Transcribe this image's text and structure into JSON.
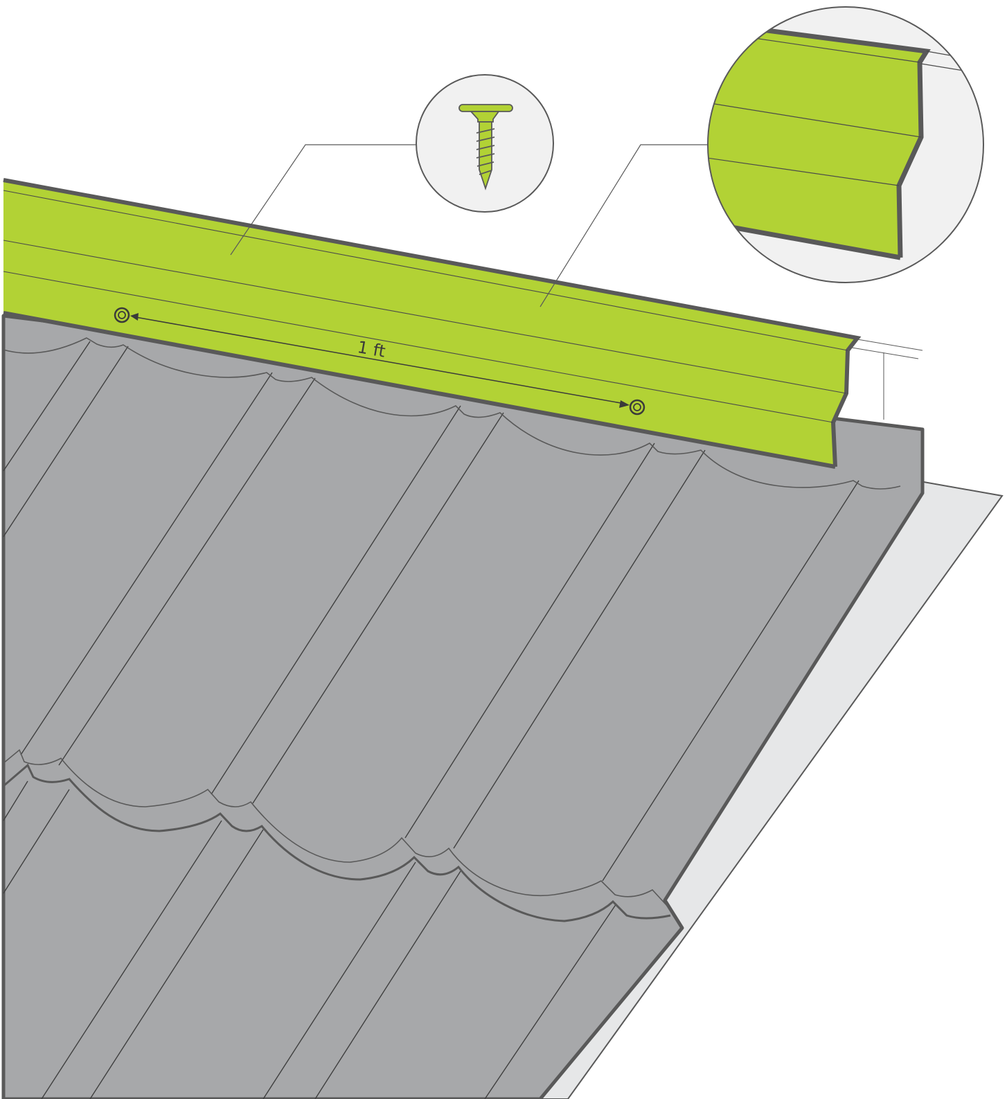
{
  "diagram": {
    "measurement": {
      "label": "1 ft"
    },
    "callouts": [
      {
        "name": "screw-detail",
        "icon": "screw-icon"
      },
      {
        "name": "flashing-profile-detail",
        "icon": "flashing-profile"
      }
    ],
    "colors": {
      "flashing": "#b2d235",
      "tiles": "#a7a8aa",
      "underlayment": "#e6e7e8",
      "outline": "#595959",
      "callout_bg": "#f1f1f1"
    }
  }
}
